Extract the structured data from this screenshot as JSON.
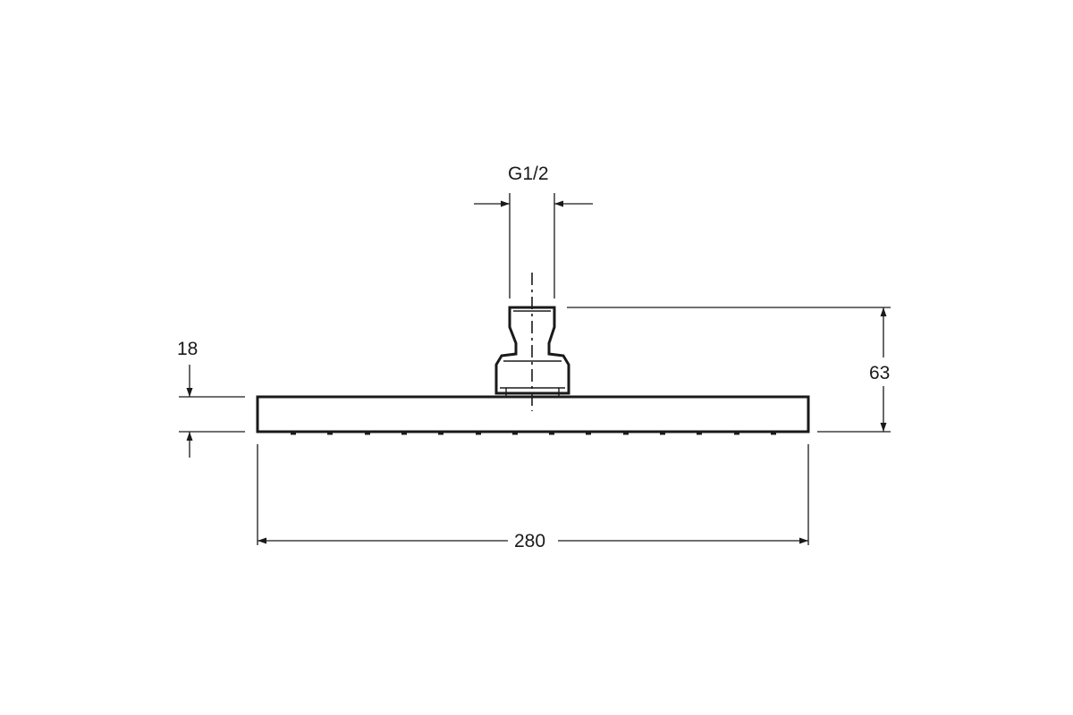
{
  "drawing": {
    "colors": {
      "line": "#1a1a1a",
      "background": "#ffffff"
    },
    "dimensions": {
      "thread": "G1/2",
      "head_thickness": "18",
      "total_height": "63",
      "width": "280"
    }
  }
}
